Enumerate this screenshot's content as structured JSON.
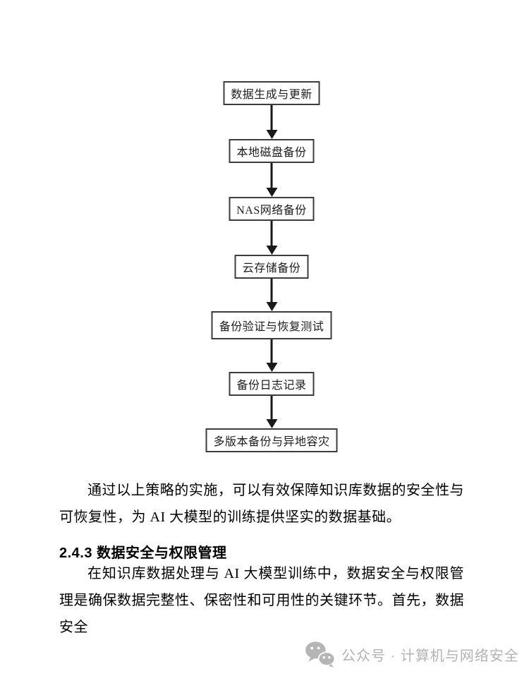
{
  "page": {
    "background": "#ffffff",
    "text_color": "#000000"
  },
  "flowchart": {
    "border_color": "#3d3d3d",
    "arrow_color": "#1a1a1a",
    "nodes": [
      {
        "label": "数据生成与更新"
      },
      {
        "label": "本地磁盘备份"
      },
      {
        "label": "NAS网络备份"
      },
      {
        "label": "云存储备份"
      },
      {
        "label": "备份验证与恢复测试"
      },
      {
        "label": "备份日志记录"
      },
      {
        "label": "多版本备份与异地容灾"
      }
    ]
  },
  "content": {
    "paragraph_1": "通过以上策略的实施，可以有效保障知识库数据的安全性与可恢复性，为 AI 大模型的训练提供坚实的数据基础。",
    "section_heading": "2.4.3 数据安全与权限管理",
    "paragraph_2": "在知识库数据处理与 AI 大模型训练中，数据安全与权限管理是确保数据完整性、保密性和可用性的关键环节。首先，数据安全"
  },
  "footer": {
    "icon": "wechat-icon",
    "text": "公众号 · 计算机与网络安全",
    "color": "#b3b3b3"
  }
}
